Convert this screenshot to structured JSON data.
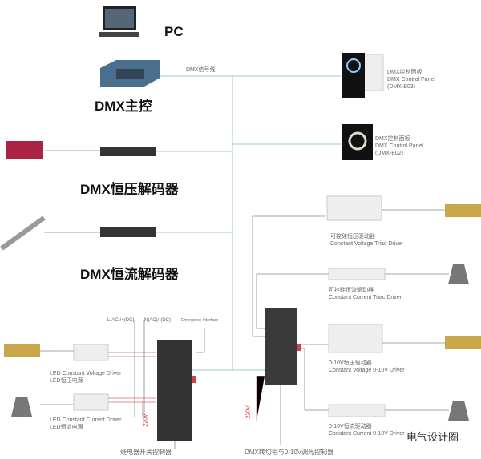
{
  "pc": {
    "label": "PC"
  },
  "master": {
    "label": "DMX主控",
    "signal": "DMX信号线"
  },
  "panels": [
    {
      "cn": "DMX控制面板",
      "en": "DMX Control Panel",
      "model": "(DMX-E03)"
    },
    {
      "cn": "DMX控制面板",
      "en": "DMX Control Panel",
      "model": "(DMX-E02)"
    }
  ],
  "decoders": [
    {
      "label": "DMX恒压解码器"
    },
    {
      "label": "DMX恒流解码器"
    }
  ],
  "relay": {
    "label": "继电器开关控制器",
    "l_label": "L(AC)/+(DC)",
    "n_label": "N(AC)/-(DC)",
    "emergency": "Emergency Interface",
    "voltage": "220V",
    "drivers": [
      {
        "en": "LED Constant Voltage Driver",
        "cn": "LED恒压电源"
      },
      {
        "en": "LED Constant Current  Driver",
        "cn": "LED恒流电源"
      }
    ]
  },
  "dimmer": {
    "label": "DMX转切相与0-10V调光控制器",
    "voltage": "220V",
    "drivers": [
      {
        "cn": "可控硅恒压驱动器",
        "en": "Constant Voltage Triac Driver"
      },
      {
        "cn": "可控硅恒流驱动器",
        "en": "Constant Current Triac Driver"
      },
      {
        "cn": "0-10V恒压驱动器",
        "en": "Constant Voltage 0-10V Driver"
      },
      {
        "cn": "0-10V恒流驱动器",
        "en": "Constant Current 0-10V Driver"
      }
    ]
  },
  "watermark": "电气设计圈"
}
